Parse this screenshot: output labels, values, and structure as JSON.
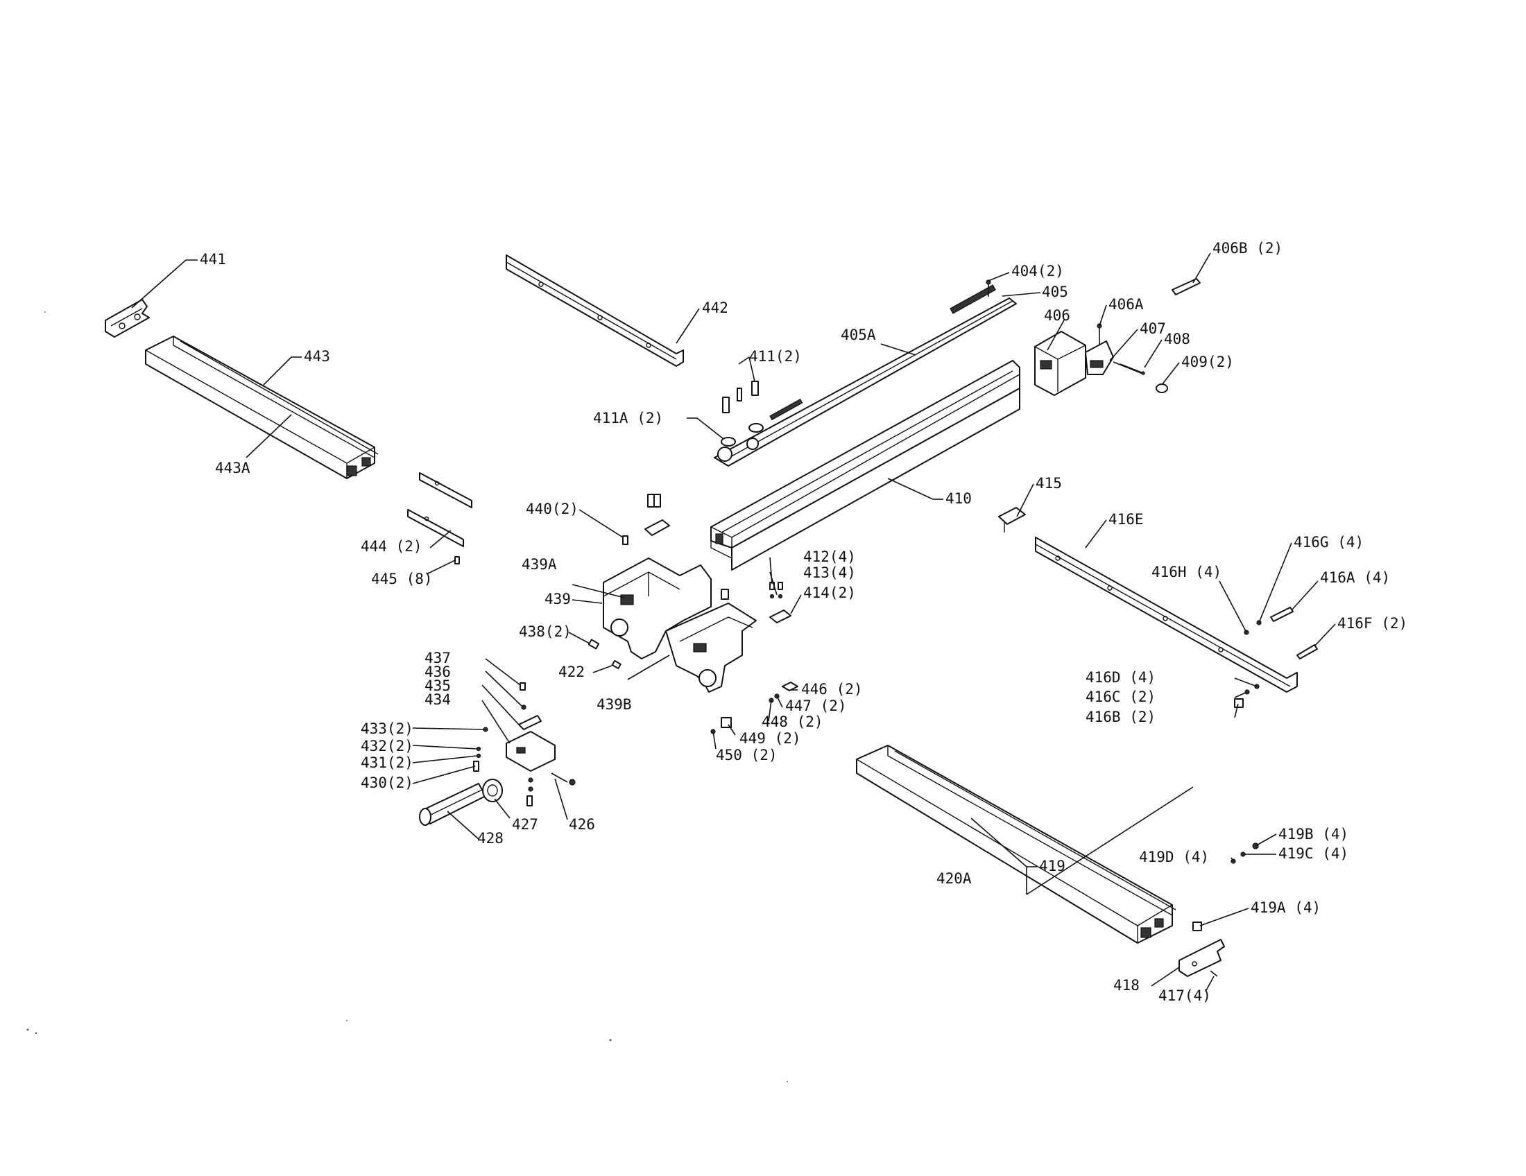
{
  "labels": {
    "p441": "441",
    "p442": "442",
    "p443": "443",
    "p443A": "443A",
    "p444": "444 (2)",
    "p445": "445 (8)",
    "p404": "404(2)",
    "p405": "405",
    "p405A": "405A",
    "p406": "406",
    "p406A": "406A",
    "p406B": "406B (2)",
    "p407": "407",
    "p408": "408",
    "p409": "409(2)",
    "p410": "410",
    "p411": "411(2)",
    "p411A": "411A (2)",
    "p412": "412(4)",
    "p413": "413(4)",
    "p414": "414(2)",
    "p415": "415",
    "p416E": "416E",
    "p416G": "416G (4)",
    "p416H": "416H (4)",
    "p416A": "416A (4)",
    "p416F": "416F (2)",
    "p416D": "416D (4)",
    "p416C": "416C (2)",
    "p416B": "416B (2)",
    "p419": "419",
    "p419B": "419B (4)",
    "p419C": "419C (4)",
    "p419D": "419D (4)",
    "p419A": "419A (4)",
    "p420A": "420A",
    "p418": "418",
    "p417": "417(4)",
    "p440": "440(2)",
    "p439A": "439A",
    "p439": "439",
    "p438": "438(2)",
    "p422": "422",
    "p439B": "439B",
    "p446": "446 (2)",
    "p447": "447 (2)",
    "p448": "448 (2)",
    "p449": "449 (2)",
    "p450": "450 (2)",
    "p437": "437",
    "p436": "436",
    "p435": "435",
    "p434": "434",
    "p433": "433(2)",
    "p432": "432(2)",
    "p431": "431(2)",
    "p430": "430(2)",
    "p428": "428",
    "p427": "427",
    "p426": "426"
  }
}
